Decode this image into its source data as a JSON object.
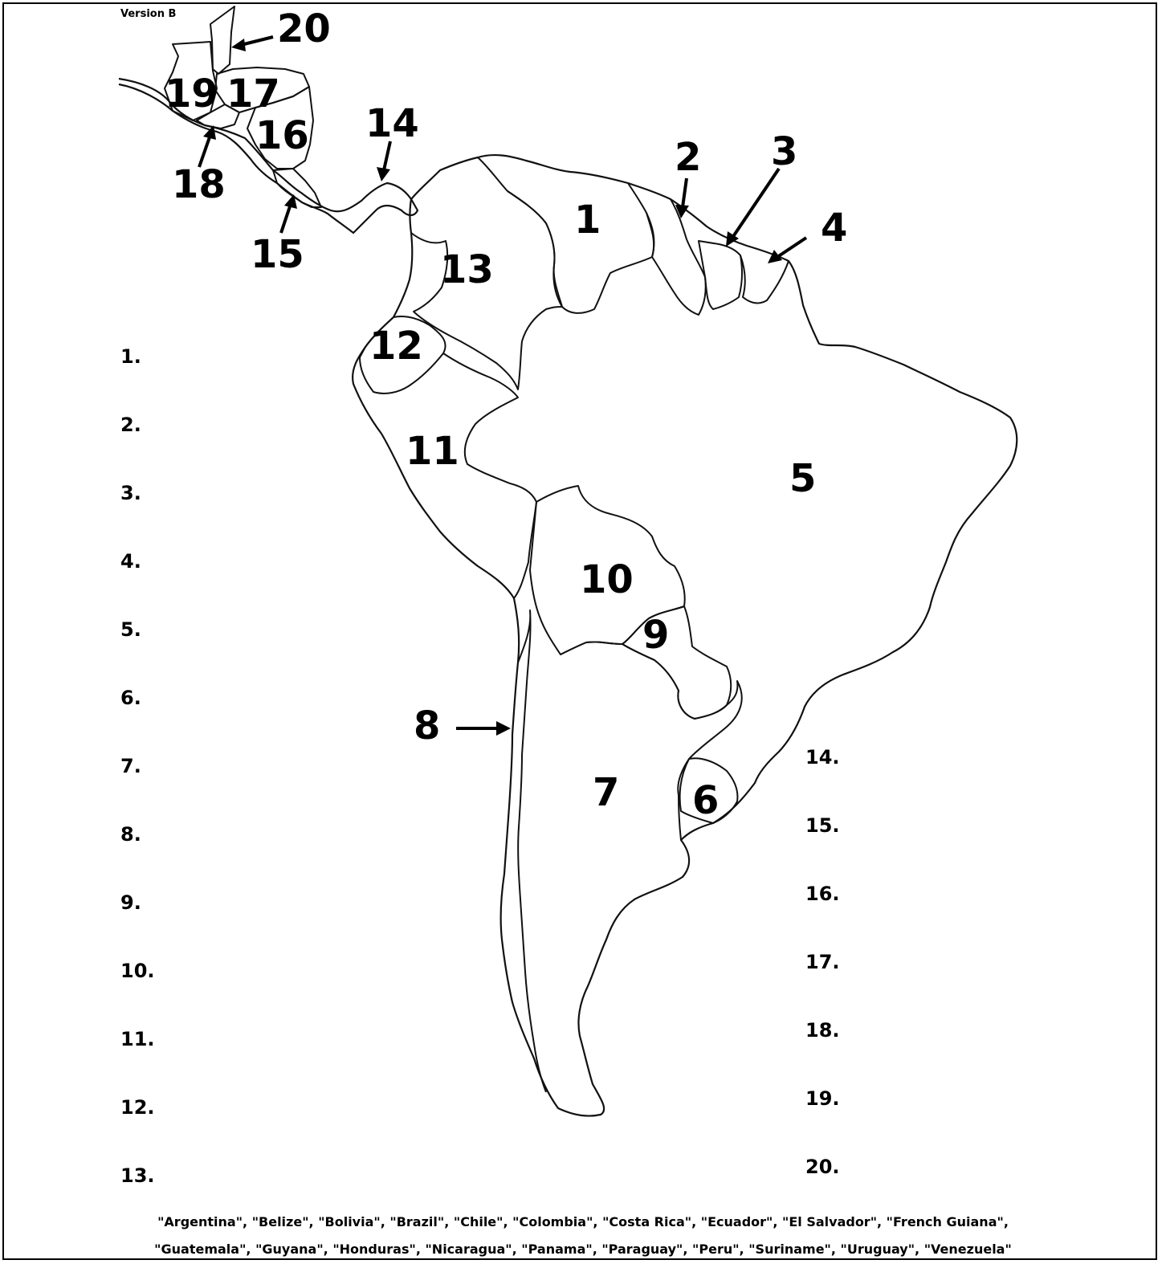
{
  "version_label": "Version B",
  "map_numbers": [
    {
      "label": "1"
    },
    {
      "label": "2"
    },
    {
      "label": "3"
    },
    {
      "label": "4"
    },
    {
      "label": "5"
    },
    {
      "label": "6"
    },
    {
      "label": "7"
    },
    {
      "label": "8"
    },
    {
      "label": "9"
    },
    {
      "label": "10"
    },
    {
      "label": "11"
    },
    {
      "label": "12"
    },
    {
      "label": "13"
    },
    {
      "label": "14"
    },
    {
      "label": "15"
    },
    {
      "label": "16"
    },
    {
      "label": "17"
    },
    {
      "label": "18"
    },
    {
      "label": "19"
    },
    {
      "label": "20"
    }
  ],
  "answer_lines": [
    "1.",
    "2.",
    "3.",
    "4.",
    "5.",
    "6.",
    "7.",
    "8.",
    "9.",
    "10.",
    "11.",
    "12.",
    "13.",
    "14.",
    "15.",
    "16.",
    "17.",
    "18.",
    "19.",
    "20."
  ],
  "word_bank": {
    "line1": "\"Argentina\", \"Belize\", \"Bolivia\", \"Brazil\", \"Chile\", \"Colombia\", \"Costa Rica\", \"Ecuador\", \"El Salvador\", \"French Guiana\",",
    "line2": "\"Guatemala\", \"Guyana\", \"Honduras\", \"Nicaragua\", \"Panama\", \"Paraguay\", \"Peru\", \"Suriname\", \"Uruguay\", \"Venezuela\""
  }
}
